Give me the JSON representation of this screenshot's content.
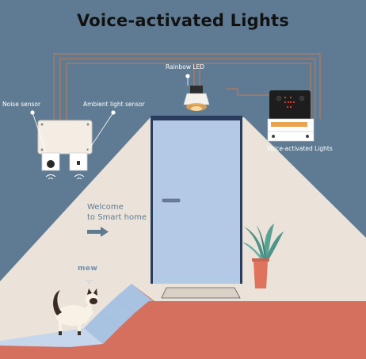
{
  "title": "Voice-activated Lights",
  "labels": {
    "noise_sensor": "Noise sensor",
    "ambient_light_sensor": "Ambient light sensor",
    "rainbow_led": "Rainbow LED",
    "voice_activated_lights": "Voice-activated Lights"
  },
  "welcome": {
    "line1": "Welcome",
    "line2": "to Smart home"
  },
  "cat_sound": "mew",
  "colors": {
    "background": "#5f7b93",
    "floor": "#ebe3d9",
    "door": "#b3c9e6",
    "door_frame": "#2b3d5e",
    "stairs_red": "#d5705e",
    "stairs_blue": "#a8c2e2",
    "plant": "#5aa394",
    "pot": "#e0735b"
  }
}
